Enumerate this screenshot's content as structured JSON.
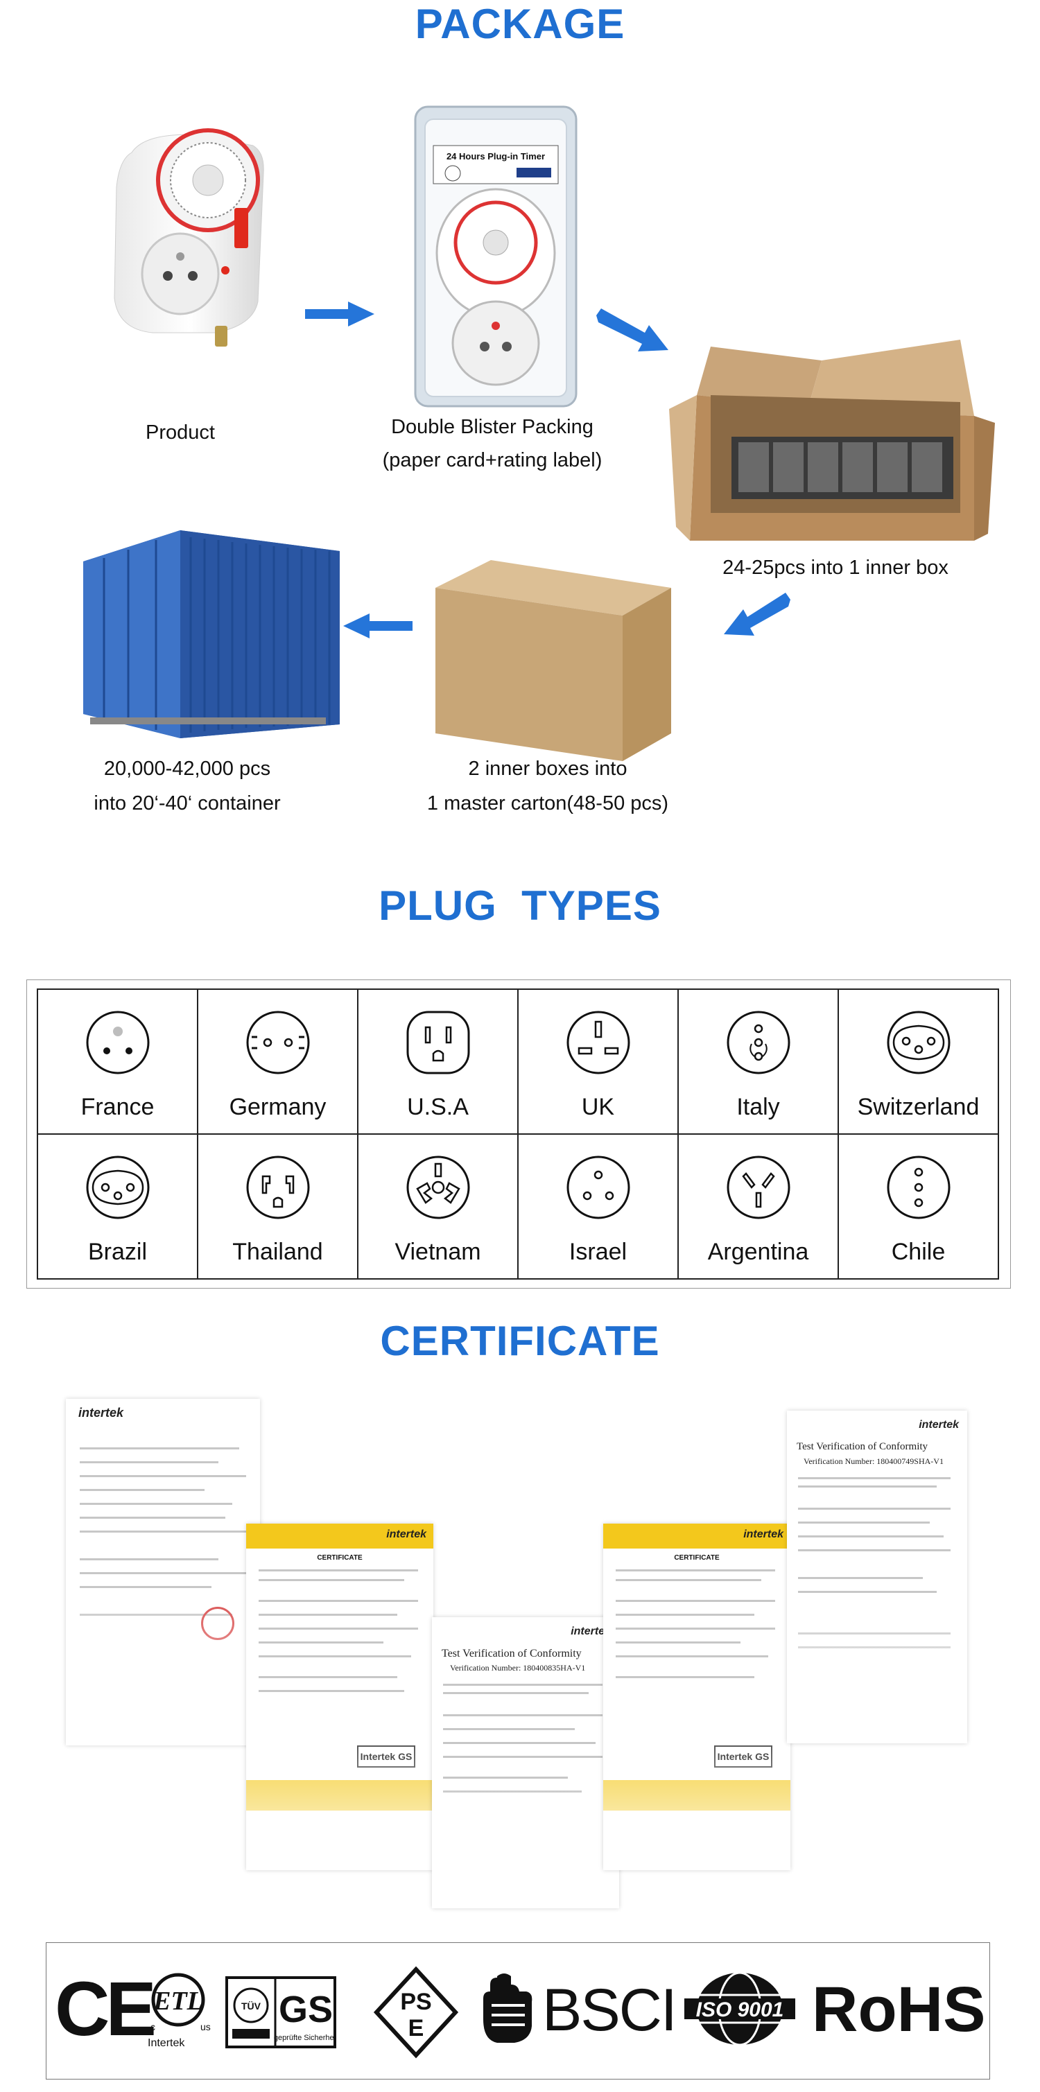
{
  "sections": {
    "package": "PACKAGE",
    "plug_types": "PLUG  TYPES",
    "certificate": "CERTIFICATE"
  },
  "package": {
    "product": "Product",
    "blister_line1": "Double Blister Packing",
    "blister_line2": "(paper card+rating label)",
    "blister_card_title": "24 Hours Plug-in Timer",
    "inner_box": "24-25pcs into 1 inner box",
    "carton_line1": "2 inner boxes into",
    "carton_line2": "1 master carton(48-50 pcs)",
    "container_line1": "20,000-42,000 pcs",
    "container_line2": "into 20‘-40‘ container"
  },
  "plugs": [
    {
      "name": "France",
      "icon": "france-socket-icon"
    },
    {
      "name": "Germany",
      "icon": "germany-socket-icon"
    },
    {
      "name": "U.S.A",
      "icon": "usa-socket-icon"
    },
    {
      "name": "UK",
      "icon": "uk-socket-icon"
    },
    {
      "name": "Italy",
      "icon": "italy-socket-icon"
    },
    {
      "name": "Switzerland",
      "icon": "switzerland-socket-icon"
    },
    {
      "name": "Brazil",
      "icon": "brazil-socket-icon"
    },
    {
      "name": "Thailand",
      "icon": "thailand-socket-icon"
    },
    {
      "name": "Vietnam",
      "icon": "vietnam-socket-icon"
    },
    {
      "name": "Israel",
      "icon": "israel-socket-icon"
    },
    {
      "name": "Argentina",
      "icon": "argentina-socket-icon"
    },
    {
      "name": "Chile",
      "icon": "chile-socket-icon"
    }
  ],
  "certificates": {
    "intertek": "intertek",
    "cert_label": "CERTIFICATE",
    "verification_title": "Test Verification of Conformity",
    "verification_number_a": "Verification Number: 180400835HA-V1",
    "verification_number_b": "Verification Number: 180400749SHA-V1"
  },
  "logos": {
    "ce": "CE",
    "etl_label": "Intertek",
    "gs": "GS",
    "pse": "PS E",
    "bsci": "BSCI",
    "iso": "ISO 9001",
    "rohs": "RoHS"
  },
  "colors": {
    "heading_blue": "#1f6fd1",
    "arrow_blue": "#2575d9",
    "cert_yellow": "#f3c81c"
  }
}
